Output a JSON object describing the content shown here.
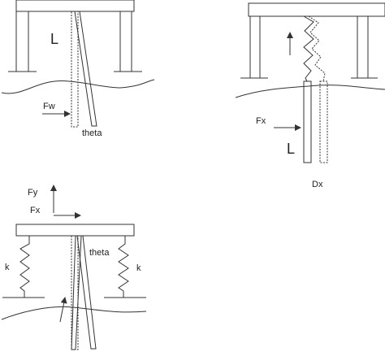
{
  "panel_a": {
    "length_label": "L",
    "force_label": "Fw",
    "angle_label": "theta"
  },
  "panel_b": {
    "force_label": "Fx",
    "length_label": "L",
    "displacement_label": "Dx"
  },
  "panel_c": {
    "vertical_force_label": "Fy",
    "horizontal_force_label": "Fx",
    "angle_label": "theta",
    "left_spring_label": "k",
    "right_spring_label": "k"
  }
}
